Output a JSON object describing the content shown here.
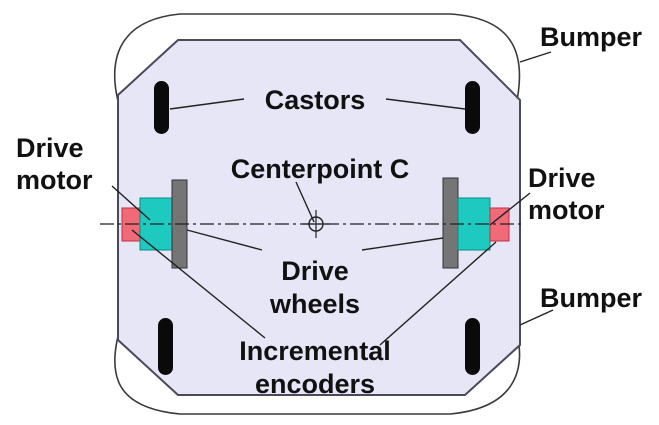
{
  "colors": {
    "chassis_fill": "#e6e6f6",
    "chassis_stroke": "#4a4a5a",
    "bumper_stroke": "#3a3a3a",
    "castor_fill": "#0a0a0a",
    "drive_wheel_fill": "#757575",
    "drive_motor_fill": "#1ec9c0",
    "encoder_fill": "#f06a78",
    "axis_stroke": "#222222",
    "leader_stroke": "#222222"
  },
  "labels": {
    "bumper_top": "Bumper",
    "bumper_bottom": "Bumper",
    "castors": "Castors",
    "drive_motor_left_line1": "Drive",
    "drive_motor_left_line2": "motor",
    "drive_motor_right_line1": "Drive",
    "drive_motor_right_line2": "motor",
    "centerpoint": "Centerpoint C",
    "drive_wheels_line1": "Drive",
    "drive_wheels_line2": "wheels",
    "incremental_encoders_line1": "Incremental",
    "incremental_encoders_line2": "encoders"
  },
  "icons": {
    "centerpoint": "crosshair-circle-icon"
  }
}
